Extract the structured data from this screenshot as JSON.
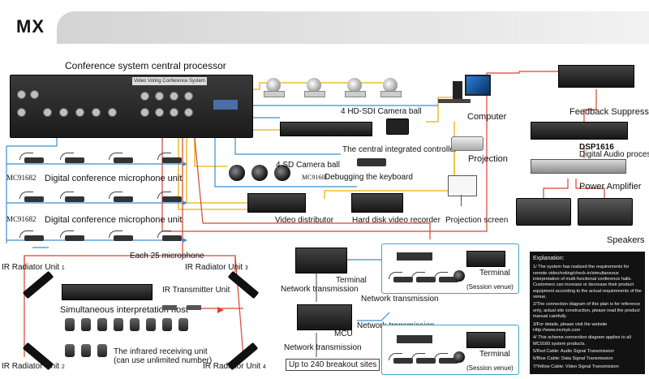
{
  "brand": "MX",
  "processor": {
    "title": "Conference system central processor",
    "plate": "Video Voting Conference System"
  },
  "cameras": {
    "hd_label": "4 HD-SDI  Camera ball",
    "sd_label": "4 SD  Camera ball"
  },
  "controller_label": "The central integrated controller",
  "keyboard": {
    "model": "MC9160I",
    "label": "Debugging the keyboard"
  },
  "computer_label": "Computer",
  "projection_label": "Projection",
  "projection_screen_label": "Projection screen",
  "video_distributor_label": "Video distributor",
  "recorder_label": "Hard disk video recorder",
  "mic_rows": [
    {
      "model": "MC91682",
      "label": "Digital conference microphone unit"
    },
    {
      "model": "MC91682",
      "label": "Digital conference microphone unit"
    }
  ],
  "each_mic_label": "Each 25 microphone",
  "feedback_label": "Feedback Suppressor",
  "dsp_label": "DSP1616",
  "dsp_sub": "Digital Audio processor",
  "amp_label": "Power Amplifier",
  "speakers_label": "Speakers",
  "ir": {
    "radiator_1": "IR Radiator Unit",
    "radiator_1_num": "1",
    "radiator_2": "IR Radiator Unit",
    "radiator_2_num": "2",
    "radiator_3": "IR Radiator Unit",
    "radiator_3_num": "3",
    "radiator_4": "IR Radiator Unit",
    "radiator_4_num": "4",
    "transmitter": "IR Transmitter Unit",
    "host": "Simultaneous interpretation host",
    "receiver": "The infrared receiving unit",
    "receiver_sub": "(can use unlimited number)"
  },
  "network": {
    "terminal": "Terminal",
    "transmission": "Network transmission",
    "mcu": "MCU",
    "breakout": "Up to 240 breakout sites",
    "session_venue": "(Session venue)"
  },
  "explanation": {
    "heading": "Explanation:",
    "items": [
      "1/ The system has realized the requirements for remote video/voting/check-in/simultaneous interpretation of multi-functional conference halls. Customers can increase or decrease their product equipment according to the actual requirements of the venue.",
      "2/The connection diagram of this plan is for reference only, actual site construction, please read the product manual carefully.",
      "3/For details, please visit the website Http://www.mcmyk.com",
      "4/ This scheme connection diagram applies to all MC9160 system products.",
      "5/Red Cable: Audio Signal Transmission",
      "6/Blue Cable: Data Signal Transmission",
      "7/Yellow Cable: Video Signal Transmission"
    ]
  },
  "colors": {
    "audio": "#d9442e",
    "data": "#3a8fd1",
    "video": "#e8b400",
    "venue_border": "#38a7c9"
  }
}
